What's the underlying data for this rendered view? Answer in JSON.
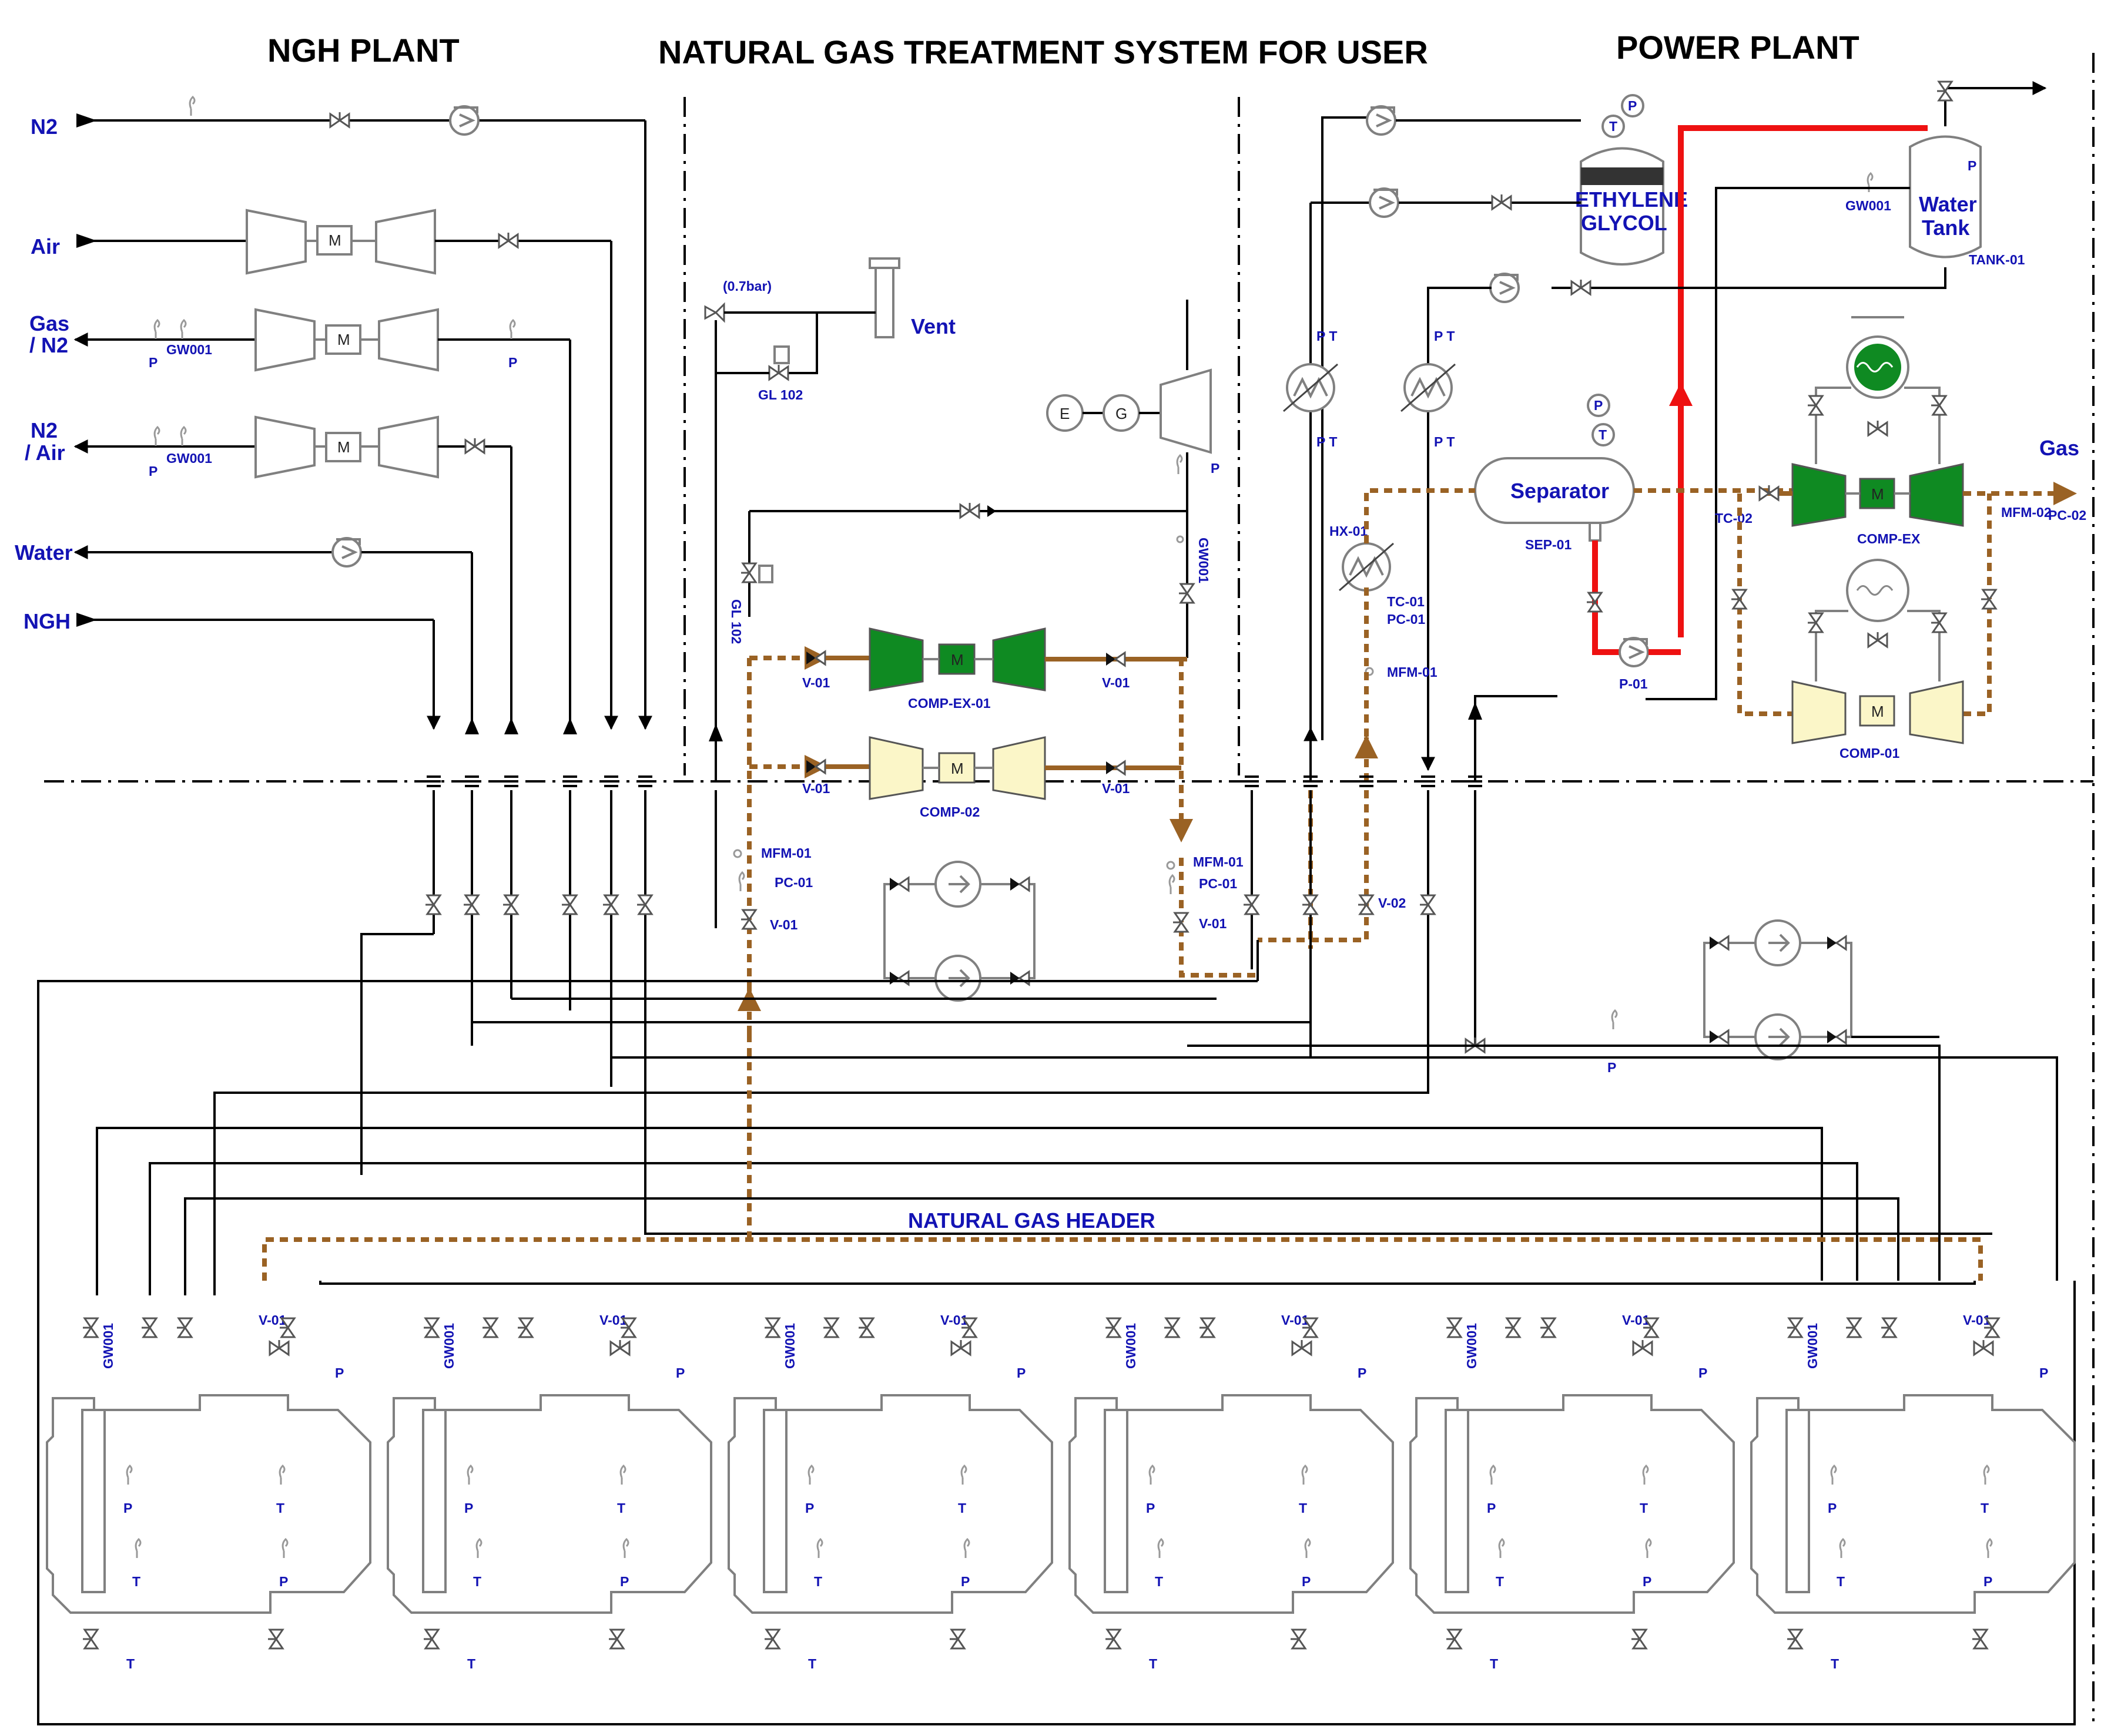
{
  "headings": {
    "ngh_plant": "NGH PLANT",
    "treatment": "NATURAL GAS TREATMENT SYSTEM FOR USER",
    "power_plant": "POWER PLANT"
  },
  "streams": {
    "n2": "N2",
    "air": "Air",
    "gas_n2_line1": "Gas",
    "gas_n2_line2": "/ N2",
    "n2_air_line1": "N2",
    "n2_air_line2": "/ Air",
    "water": "Water",
    "ngh": "NGH",
    "gas_out": "Gas"
  },
  "treatment": {
    "relief_setting": "(0.7bar)",
    "vent": "Vent",
    "gl102": "GL 102",
    "gw001": "GW001",
    "engine": "E",
    "generator": "G",
    "p": "P",
    "v01": "V-01",
    "comp_ex_01": "COMP-EX-01",
    "comp_02": "COMP-02",
    "mfm01": "MFM-01",
    "pc01": "PC-01",
    "header": "NATURAL GAS HEADER",
    "motor": "M"
  },
  "power": {
    "ethylene": "ETHYLENE",
    "glycol": "GLYCOL",
    "water_tank_1": "Water",
    "water_tank_2": "Tank",
    "tank01": "TANK-01",
    "gw001": "GW001",
    "pt": "P T",
    "hx01": "HX-01",
    "tc01": "TC-01",
    "pc01": "PC-01",
    "mfm01": "MFM-01",
    "separator": "Separator",
    "sep01": "SEP-01",
    "p01": "P-01",
    "tc02": "TC-02",
    "comp_ex": "COMP-EX",
    "mfm02": "MFM-02",
    "pc02": "PC-02",
    "comp01": "COMP-01",
    "v02": "V-02",
    "p": "P",
    "t": "T"
  },
  "reactor": {
    "gw001": "GW001",
    "v01": "V-01",
    "p": "P",
    "t": "T"
  },
  "colors": {
    "green_equipment": "#0f8a22",
    "cream_equipment": "#fbf6c8",
    "natural_gas_line": "#9a6224",
    "hot_line": "#ee1111",
    "label_blue": "#1313b4"
  }
}
